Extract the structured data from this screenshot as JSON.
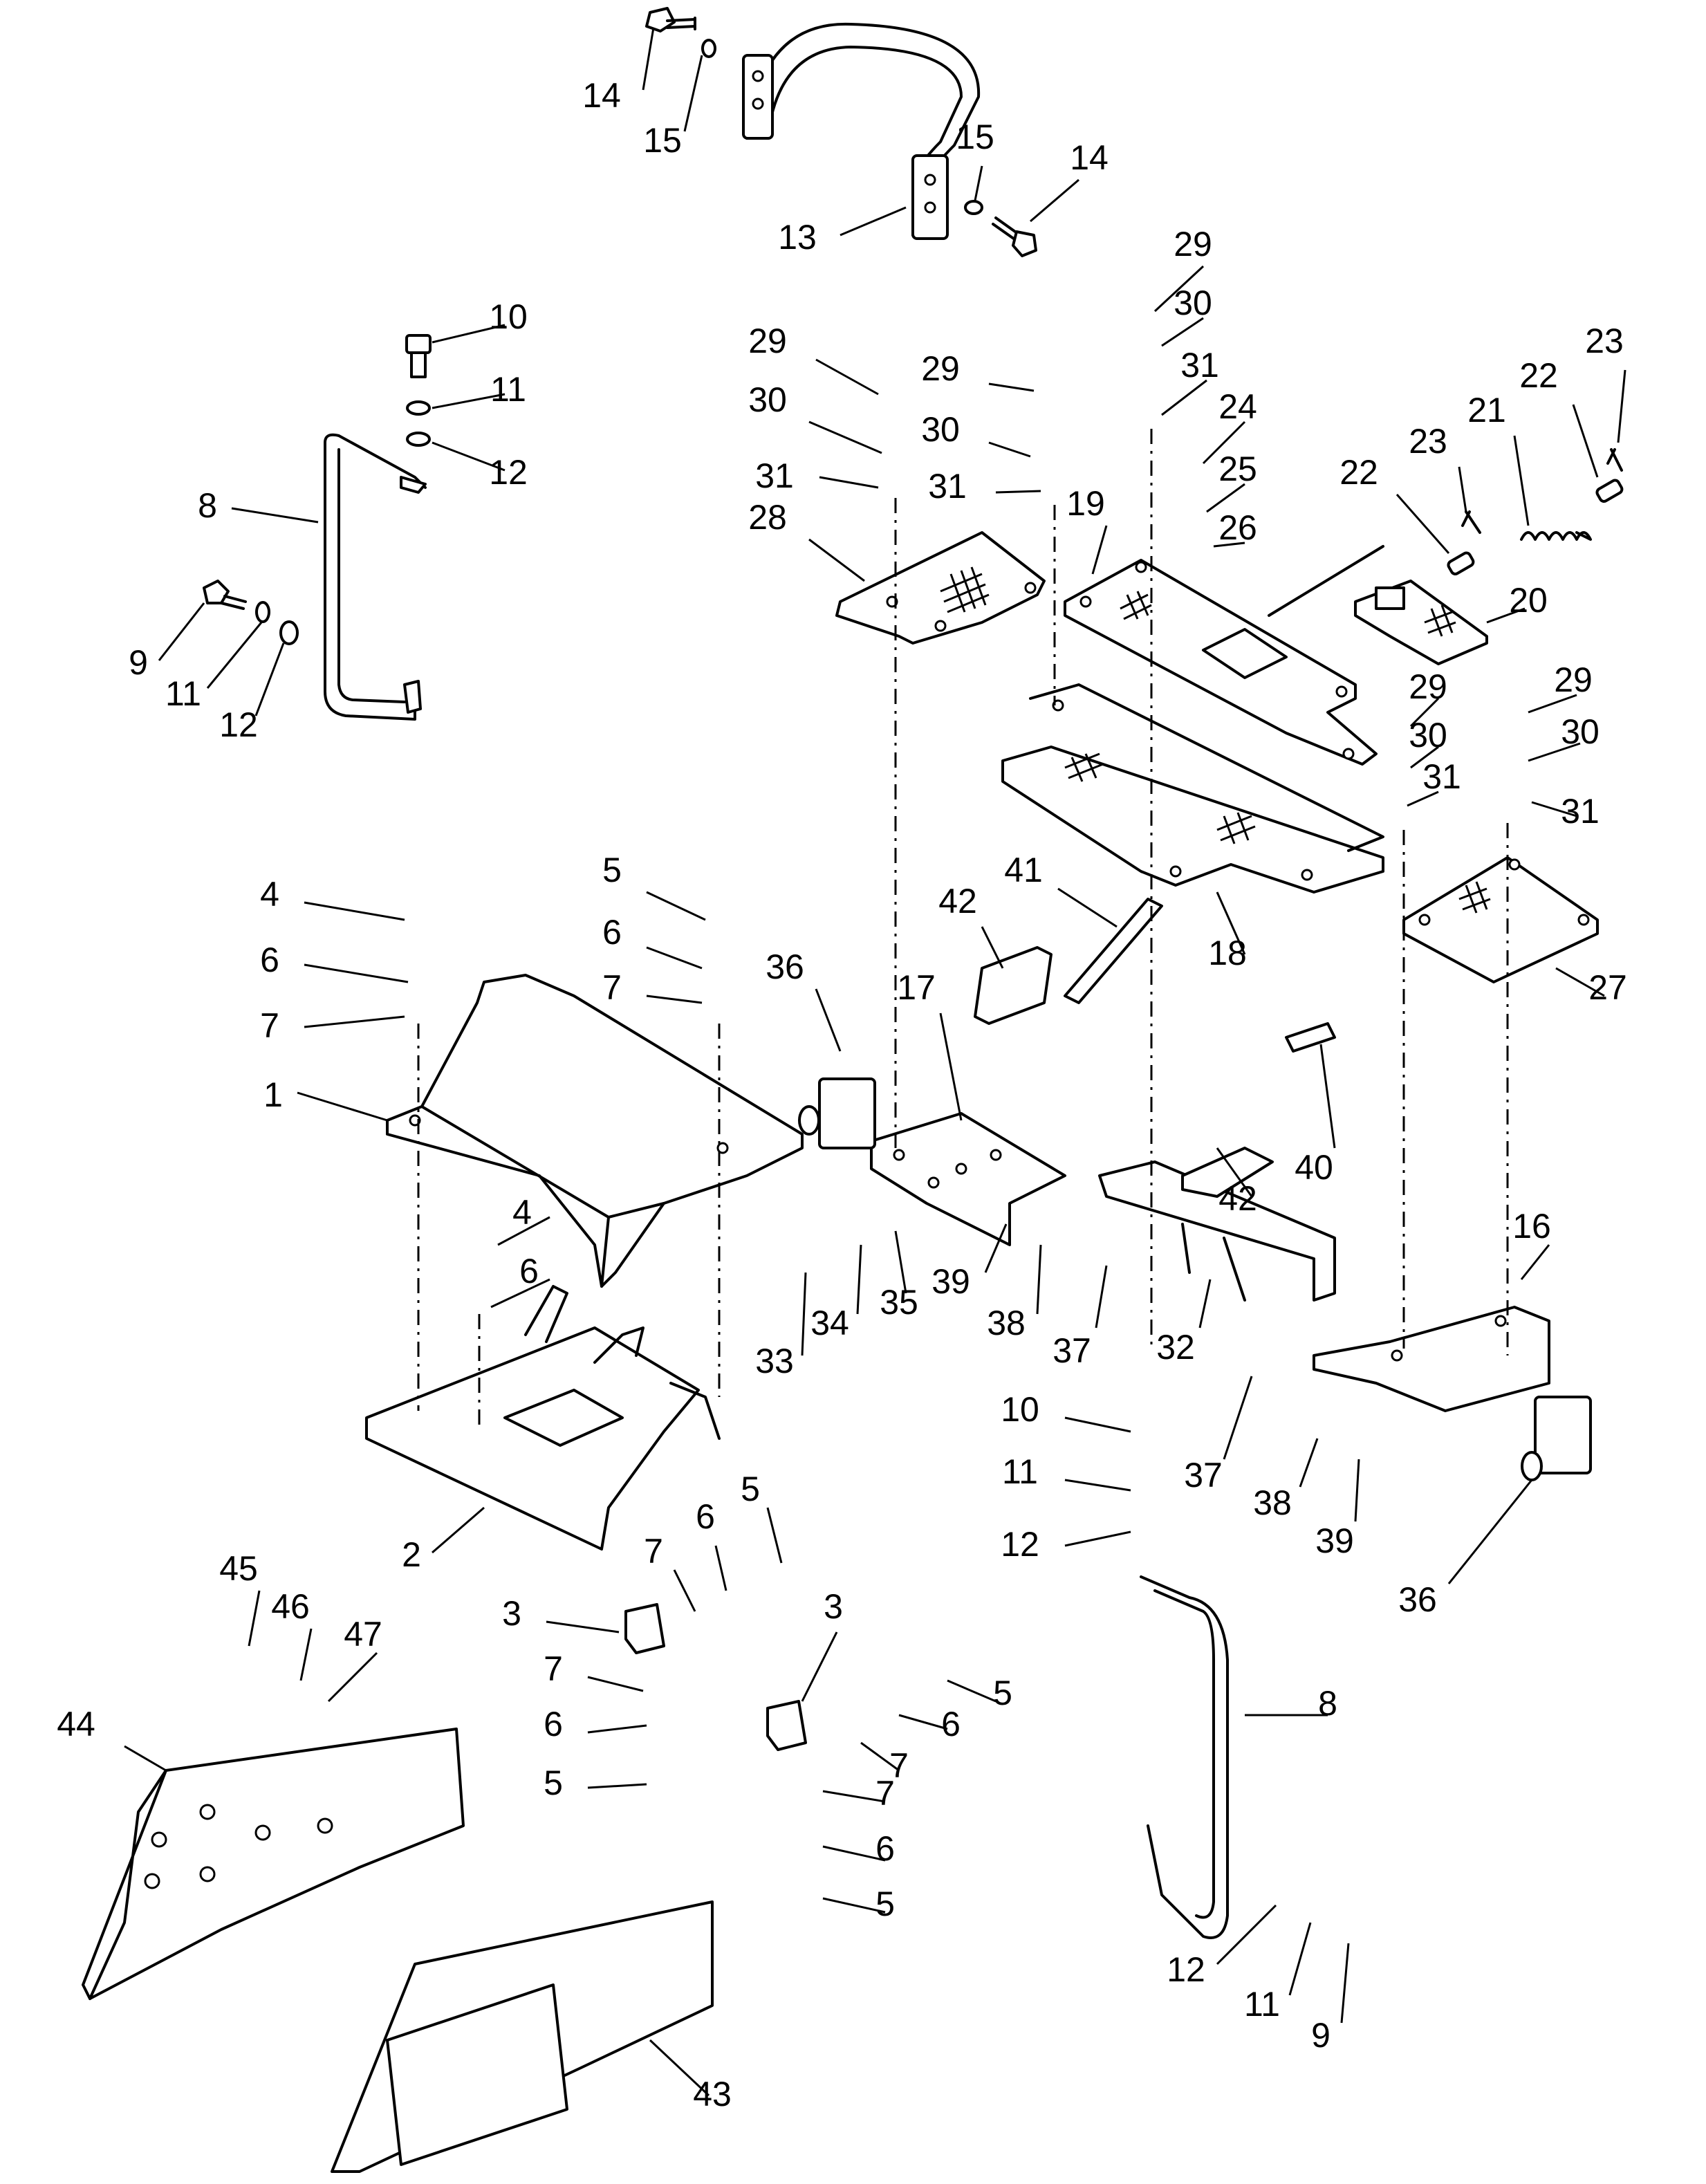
{
  "callouts": [
    {
      "id": "c14a",
      "text": "14"
    },
    {
      "id": "c15a",
      "text": "15"
    },
    {
      "id": "c13",
      "text": "13"
    },
    {
      "id": "c15b",
      "text": "15"
    },
    {
      "id": "c14b",
      "text": "14"
    },
    {
      "id": "c10a",
      "text": "10"
    },
    {
      "id": "c11a",
      "text": "11"
    },
    {
      "id": "c12a",
      "text": "12"
    },
    {
      "id": "c8a",
      "text": "8"
    },
    {
      "id": "c9a",
      "text": "9"
    },
    {
      "id": "c11b",
      "text": "11"
    },
    {
      "id": "c12b",
      "text": "12"
    },
    {
      "id": "c29a",
      "text": "29"
    },
    {
      "id": "c30a",
      "text": "30"
    },
    {
      "id": "c31a",
      "text": "31"
    },
    {
      "id": "c28",
      "text": "28"
    },
    {
      "id": "c29b",
      "text": "29"
    },
    {
      "id": "c30b",
      "text": "30"
    },
    {
      "id": "c31b",
      "text": "31"
    },
    {
      "id": "c29c",
      "text": "29"
    },
    {
      "id": "c30c",
      "text": "30"
    },
    {
      "id": "c31c",
      "text": "31"
    },
    {
      "id": "c24",
      "text": "24"
    },
    {
      "id": "c25",
      "text": "25"
    },
    {
      "id": "c26",
      "text": "26"
    },
    {
      "id": "c19",
      "text": "19"
    },
    {
      "id": "c22a",
      "text": "22"
    },
    {
      "id": "c23a",
      "text": "23"
    },
    {
      "id": "c21",
      "text": "21"
    },
    {
      "id": "c22b",
      "text": "22"
    },
    {
      "id": "c23b",
      "text": "23"
    },
    {
      "id": "c20",
      "text": "20"
    },
    {
      "id": "c29d",
      "text": "29"
    },
    {
      "id": "c30d",
      "text": "30"
    },
    {
      "id": "c31d",
      "text": "31"
    },
    {
      "id": "c29e",
      "text": "29"
    },
    {
      "id": "c30e",
      "text": "30"
    },
    {
      "id": "c31e",
      "text": "31"
    },
    {
      "id": "c18",
      "text": "18"
    },
    {
      "id": "c27",
      "text": "27"
    },
    {
      "id": "c41",
      "text": "41"
    },
    {
      "id": "c42a",
      "text": "42"
    },
    {
      "id": "c36a",
      "text": "36"
    },
    {
      "id": "c17",
      "text": "17"
    },
    {
      "id": "c40",
      "text": "40"
    },
    {
      "id": "c42b",
      "text": "42"
    },
    {
      "id": "c5a",
      "text": "5"
    },
    {
      "id": "c6a",
      "text": "6"
    },
    {
      "id": "c7a",
      "text": "7"
    },
    {
      "id": "c4a",
      "text": "4"
    },
    {
      "id": "c6b",
      "text": "6"
    },
    {
      "id": "c7b",
      "text": "7"
    },
    {
      "id": "c1",
      "text": "1"
    },
    {
      "id": "c4b",
      "text": "4"
    },
    {
      "id": "c6c",
      "text": "6"
    },
    {
      "id": "c33",
      "text": "33"
    },
    {
      "id": "c34",
      "text": "34"
    },
    {
      "id": "c35",
      "text": "35"
    },
    {
      "id": "c39a",
      "text": "39"
    },
    {
      "id": "c38a",
      "text": "38"
    },
    {
      "id": "c37a",
      "text": "37"
    },
    {
      "id": "c32",
      "text": "32"
    },
    {
      "id": "c16",
      "text": "16"
    },
    {
      "id": "c37b",
      "text": "37"
    },
    {
      "id": "c38b",
      "text": "38"
    },
    {
      "id": "c39b",
      "text": "39"
    },
    {
      "id": "c36b",
      "text": "36"
    },
    {
      "id": "c10b",
      "text": "10"
    },
    {
      "id": "c11c",
      "text": "11"
    },
    {
      "id": "c12c",
      "text": "12"
    },
    {
      "id": "c2",
      "text": "2"
    },
    {
      "id": "c5b",
      "text": "5"
    },
    {
      "id": "c6d",
      "text": "6"
    },
    {
      "id": "c7c",
      "text": "7"
    },
    {
      "id": "c3a",
      "text": "3"
    },
    {
      "id": "c7d",
      "text": "7"
    },
    {
      "id": "c6e",
      "text": "6"
    },
    {
      "id": "c5c",
      "text": "5"
    },
    {
      "id": "c3b",
      "text": "3"
    },
    {
      "id": "c5d",
      "text": "5"
    },
    {
      "id": "c6f",
      "text": "6"
    },
    {
      "id": "c7e",
      "text": "7"
    },
    {
      "id": "c7f",
      "text": "7"
    },
    {
      "id": "c6g",
      "text": "6"
    },
    {
      "id": "c5e",
      "text": "5"
    },
    {
      "id": "c45",
      "text": "45"
    },
    {
      "id": "c46",
      "text": "46"
    },
    {
      "id": "c47",
      "text": "47"
    },
    {
      "id": "c44",
      "text": "44"
    },
    {
      "id": "c8b",
      "text": "8"
    },
    {
      "id": "c12d",
      "text": "12"
    },
    {
      "id": "c11d",
      "text": "11"
    },
    {
      "id": "c9b",
      "text": "9"
    },
    {
      "id": "c43",
      "text": "43"
    }
  ]
}
